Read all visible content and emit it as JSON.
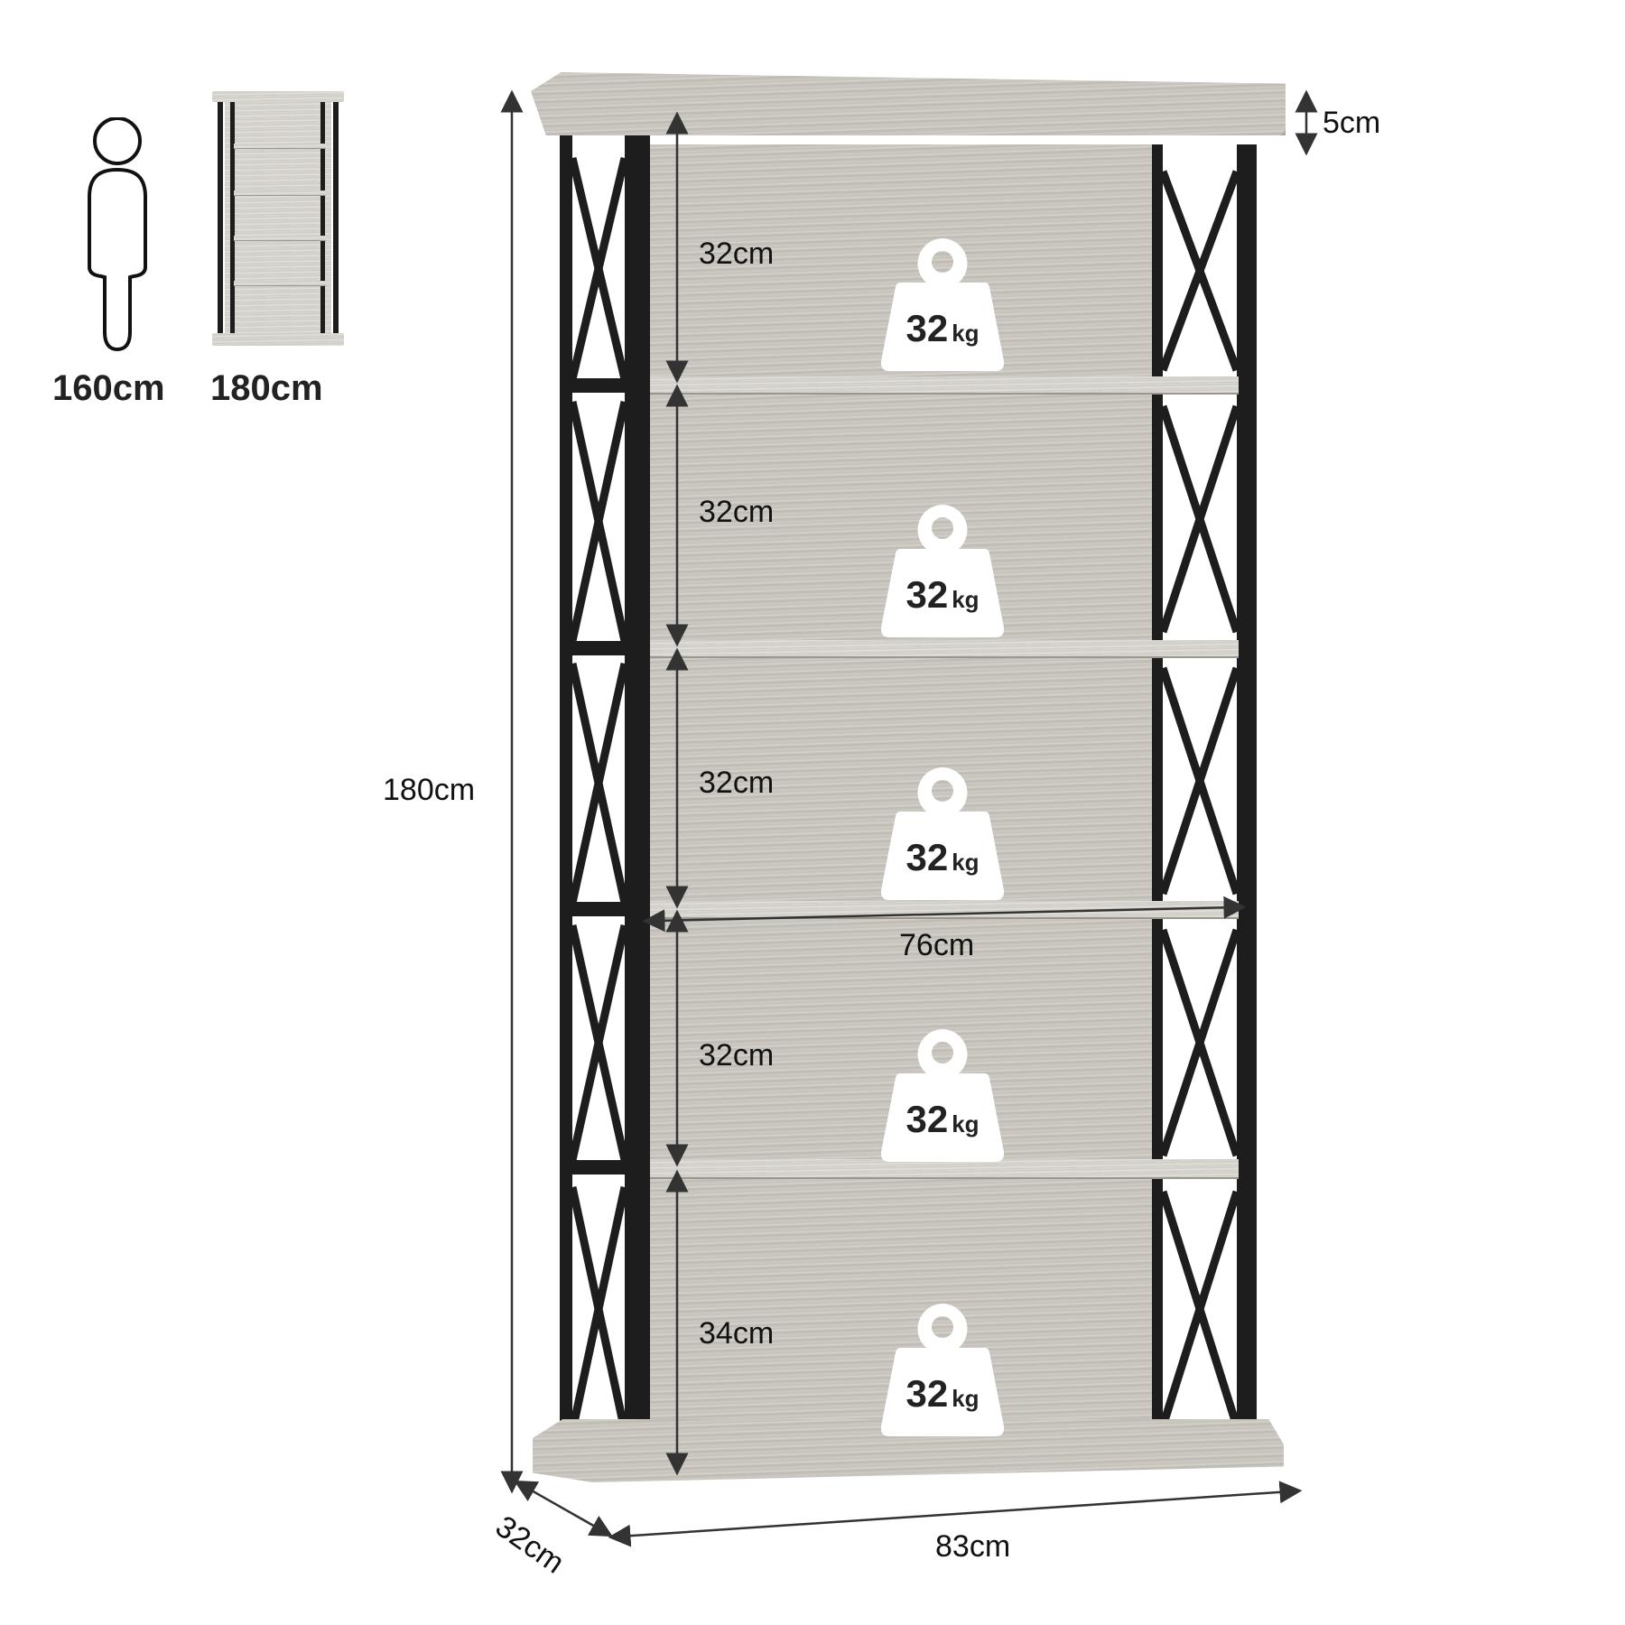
{
  "comparison": {
    "person_height": "160cm",
    "shelf_height": "180cm"
  },
  "dimensions": {
    "total_height": "180cm",
    "top_thickness": "5cm",
    "shelf_width": "76cm",
    "total_width": "83cm",
    "depth": "32cm"
  },
  "tiers": [
    {
      "height": "32cm",
      "capacity_value": "32",
      "capacity_unit": "kg"
    },
    {
      "height": "32cm",
      "capacity_value": "32",
      "capacity_unit": "kg"
    },
    {
      "height": "32cm",
      "capacity_value": "32",
      "capacity_unit": "kg"
    },
    {
      "height": "32cm",
      "capacity_value": "32",
      "capacity_unit": "kg"
    },
    {
      "height": "34cm",
      "capacity_value": "32",
      "capacity_unit": "kg"
    }
  ],
  "icons": {
    "person": "person-outline-icon",
    "mini_bookshelf": "bookshelf-thumbnail-icon",
    "weight": "weight-icon"
  },
  "colors": {
    "frame": "#1d1d1d",
    "wood": "#c9c6bf",
    "text": "#111111",
    "weight_fill": "#ffffff"
  }
}
